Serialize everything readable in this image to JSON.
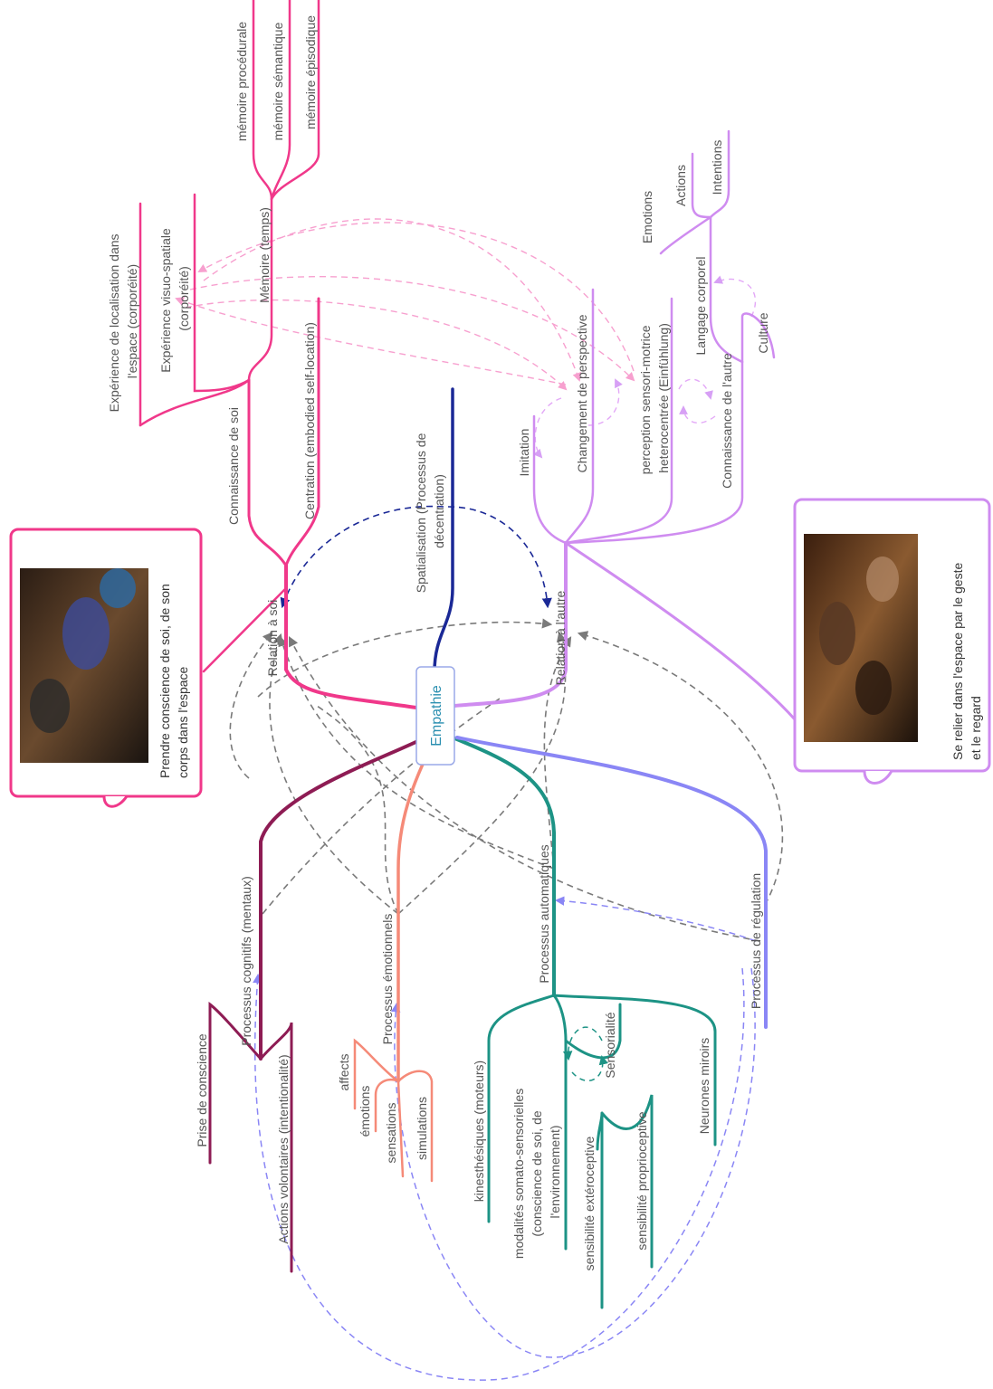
{
  "center": "Empathie",
  "colors": {
    "pink": "#f0388a",
    "lightpink": "#f7a0cf",
    "lavender": "#cf8cf0",
    "navy": "#1a2896",
    "maroon": "#8e1c54",
    "salmon": "#f58a78",
    "teal": "#1d9385",
    "periwinkle": "#8a86f5",
    "gray": "#7a7a7a",
    "center_text": "#2a8fb0",
    "center_border": "#9aa9e8"
  },
  "branches": {
    "relation_soi": "Relation à soi",
    "connaissance_soi": "Connaissance de soi",
    "centration": "Centration (embodied self-location)",
    "exp_localisation": [
      "Expérience de localisation dans",
      "l'espace (corporéité)"
    ],
    "exp_visuo": [
      "Expérience visuo-spatiale",
      "(corporéité)"
    ],
    "memoire_temps": "Mémoire (temps)",
    "memoire_proc": "mémoire procédurale",
    "memoire_sem": "mémoire sémantique",
    "memoire_epi": "mémoire épisodique",
    "spatialisation": [
      "Spatialisation (Processus de",
      "décentration)"
    ],
    "relation_autre": "Relation à l'autre",
    "imitation": "Imitation",
    "changement": "Changement de perspective",
    "perception": [
      "perception sensori-motrice",
      "heterocentrée (Einfühlung)"
    ],
    "connaissance_autre": "Connaissance de l'autre",
    "langage": "Langage corporel",
    "culture": "Culture",
    "emotions_l": "Emotions",
    "actions_l": "Actions",
    "intentions": "Intentions",
    "cognitifs": "Processus cognitifs (mentaux)",
    "prise": "Prise de conscience",
    "actions_vol": "Actions volontaires (intentionalité)",
    "emotionnels": "Processus émotionnels",
    "affects": "affects",
    "emotions": "émotions",
    "sensations": "sensations",
    "simulations": "simulations",
    "automatiques": "Processus automatiques",
    "kinesth": "kinesthésiques (moteurs)",
    "modalites": [
      "modalités somato-sensorielles",
      "(conscience de soi, de",
      "l'environnement)"
    ],
    "sensorialite": "Sensorialité",
    "exteroceptive": "sensibilité extéroceptive",
    "proprioceptive": "sensibilité proprioceptive",
    "neurones": "Neurones miroirs",
    "regulation": "Processus de régulation"
  },
  "callouts": {
    "left": [
      "Prendre conscience de soi, de son",
      "corps dans l'espace"
    ],
    "right": [
      "Se relier dans l'espace par le geste",
      "et le regard"
    ]
  }
}
